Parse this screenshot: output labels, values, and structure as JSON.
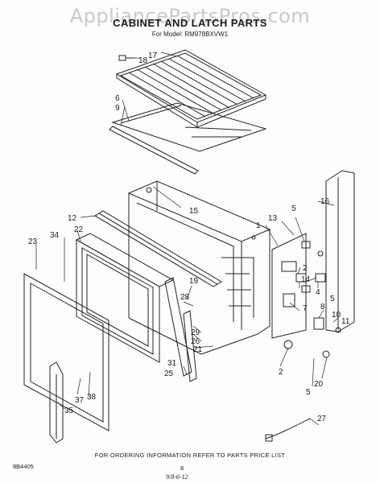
{
  "header": {
    "watermark": "AppliancePartsPros.com",
    "title": "CABINET AND LATCH PARTS",
    "model": "For Model: RM978BXVW1"
  },
  "footer": {
    "ordering_note": "FOR ORDERING INFORMATION REFER TO PARTS PRICE LIST",
    "doc_number": "8B4405",
    "page_number": "8",
    "handwritten": "9/8-6-12"
  },
  "callouts": [
    {
      "id": "c17",
      "label": "17"
    },
    {
      "id": "c18",
      "label": "18"
    },
    {
      "id": "c6",
      "label": "6"
    },
    {
      "id": "c9",
      "label": "9"
    },
    {
      "id": "c15",
      "label": "15"
    },
    {
      "id": "c16",
      "label": "16"
    },
    {
      "id": "c12",
      "label": "12"
    },
    {
      "id": "c13",
      "label": "13"
    },
    {
      "id": "c1",
      "label": "1"
    },
    {
      "id": "c5a",
      "label": "5"
    },
    {
      "id": "c22",
      "label": "22"
    },
    {
      "id": "c34",
      "label": "34"
    },
    {
      "id": "c23",
      "label": "23"
    },
    {
      "id": "c2a",
      "label": "2"
    },
    {
      "id": "c14",
      "label": "14"
    },
    {
      "id": "c4",
      "label": "4"
    },
    {
      "id": "c5b",
      "label": "5"
    },
    {
      "id": "c19",
      "label": "19"
    },
    {
      "id": "c28",
      "label": "28"
    },
    {
      "id": "c7",
      "label": "7"
    },
    {
      "id": "c8",
      "label": "8"
    },
    {
      "id": "c10",
      "label": "10"
    },
    {
      "id": "c11",
      "label": "11"
    },
    {
      "id": "c29",
      "label": "29"
    },
    {
      "id": "c26",
      "label": "26"
    },
    {
      "id": "c21",
      "label": "21"
    },
    {
      "id": "c31",
      "label": "31"
    },
    {
      "id": "c25",
      "label": "25"
    },
    {
      "id": "c2b",
      "label": "2"
    },
    {
      "id": "c20",
      "label": "20"
    },
    {
      "id": "c5c",
      "label": "5"
    },
    {
      "id": "c27",
      "label": "27"
    },
    {
      "id": "c37",
      "label": "37"
    },
    {
      "id": "c38",
      "label": "38"
    },
    {
      "id": "c35",
      "label": "35"
    }
  ]
}
